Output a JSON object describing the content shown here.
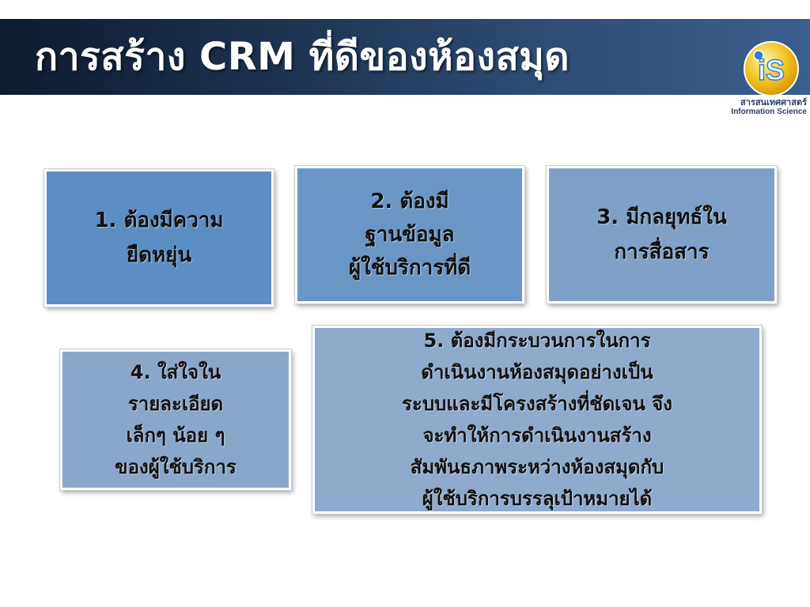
{
  "slide": {
    "title": "การสร้าง CRM ที่ดีของห้องสมุด",
    "logo": {
      "mark": "iS",
      "caption_th": "สารสนเทศศาสตร์",
      "caption_en": "Information Science"
    },
    "boxes": [
      {
        "text": "1. ต้องมีความ\nยืดหยุ่น",
        "color": "#5b8fc3"
      },
      {
        "text": "2.  ต้องมี\nฐานข้อมูล\nผู้ใช้บริการที่ดี",
        "color": "#6a96c5"
      },
      {
        "text": "3. มีกลยุทธ์ใน\nการสื่อสาร",
        "color": "#7fa1c8"
      },
      {
        "text": "4. ใส่ใจใน\nรายละเอียด\nเล็กๆ น้อย ๆ\nของผู้ใช้บริการ",
        "color": "#8aa6c8"
      },
      {
        "text": "5. ต้องมีกระบวนการในการ\nดำเนินงานห้องสมุดอย่างเป็น\nระบบและมีโครงสร้างที่ชัดเจน จึง\nจะทำให้การดำเนินงานสร้าง\nสัมพันธภาพระหว่างห้องสมุดกับ\nผู้ใช้บริการบรรลุเป้าหมายได้",
        "color": "#8faacb"
      }
    ]
  }
}
